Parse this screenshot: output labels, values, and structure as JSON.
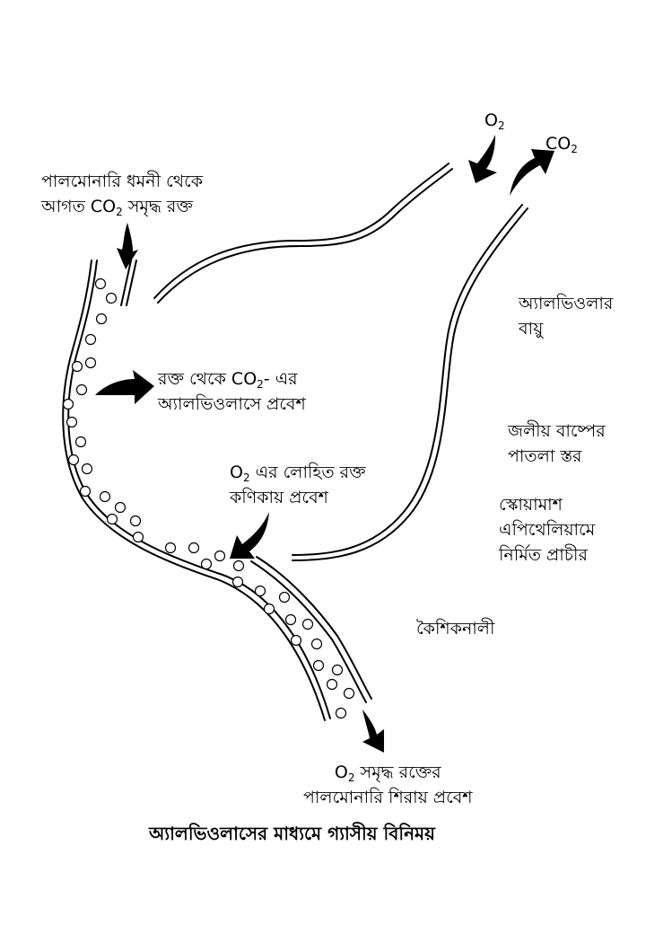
{
  "diagram": {
    "title": "অ্যালভিওলাসের মাধ্যমে গ্যাসীয় বিনিময়",
    "labels": {
      "o2_top": {
        "main": "O",
        "sub": "2"
      },
      "co2_top": {
        "main": "CO",
        "sub": "2"
      },
      "artery_in": {
        "line1": "পালমোনারি ধমনী থেকে",
        "line2_pre": "আগত CO",
        "line2_sub": "2",
        "line2_post": " সমৃদ্ধ রক্ত"
      },
      "co2_exit": {
        "line1_pre": "রক্ত থেকে CO",
        "line1_sub": "2",
        "line1_post": "- এর",
        "line2": "অ্যালভিওলাসে প্রবেশ"
      },
      "o2_entry": {
        "line1_pre": "O",
        "line1_sub": "2",
        "line1_post": " এর লোহিত রক্ত",
        "line2": "কণিকায় প্রবেশ"
      },
      "alveolar_air": {
        "line1": "অ্যালভিওলার",
        "line2": "বায়ু"
      },
      "water_vapor": {
        "line1": "জলীয় বাষ্পের",
        "line2": "পাতলা স্তর"
      },
      "squamous": {
        "line1": "স্কোয়ামাশ",
        "line2": "এপিথেলিয়ামে",
        "line3": "নির্মিত প্রাচীর"
      },
      "capillary": "কৈশিকনালী",
      "vein_out": {
        "line1_pre": "O",
        "line1_sub": "2",
        "line1_post": " সমৃদ্ধ রক্তের",
        "line2": "পালমোনারি শিরায় প্রবেশ"
      }
    },
    "colors": {
      "ink": "#000000",
      "background": "#ffffff"
    }
  }
}
